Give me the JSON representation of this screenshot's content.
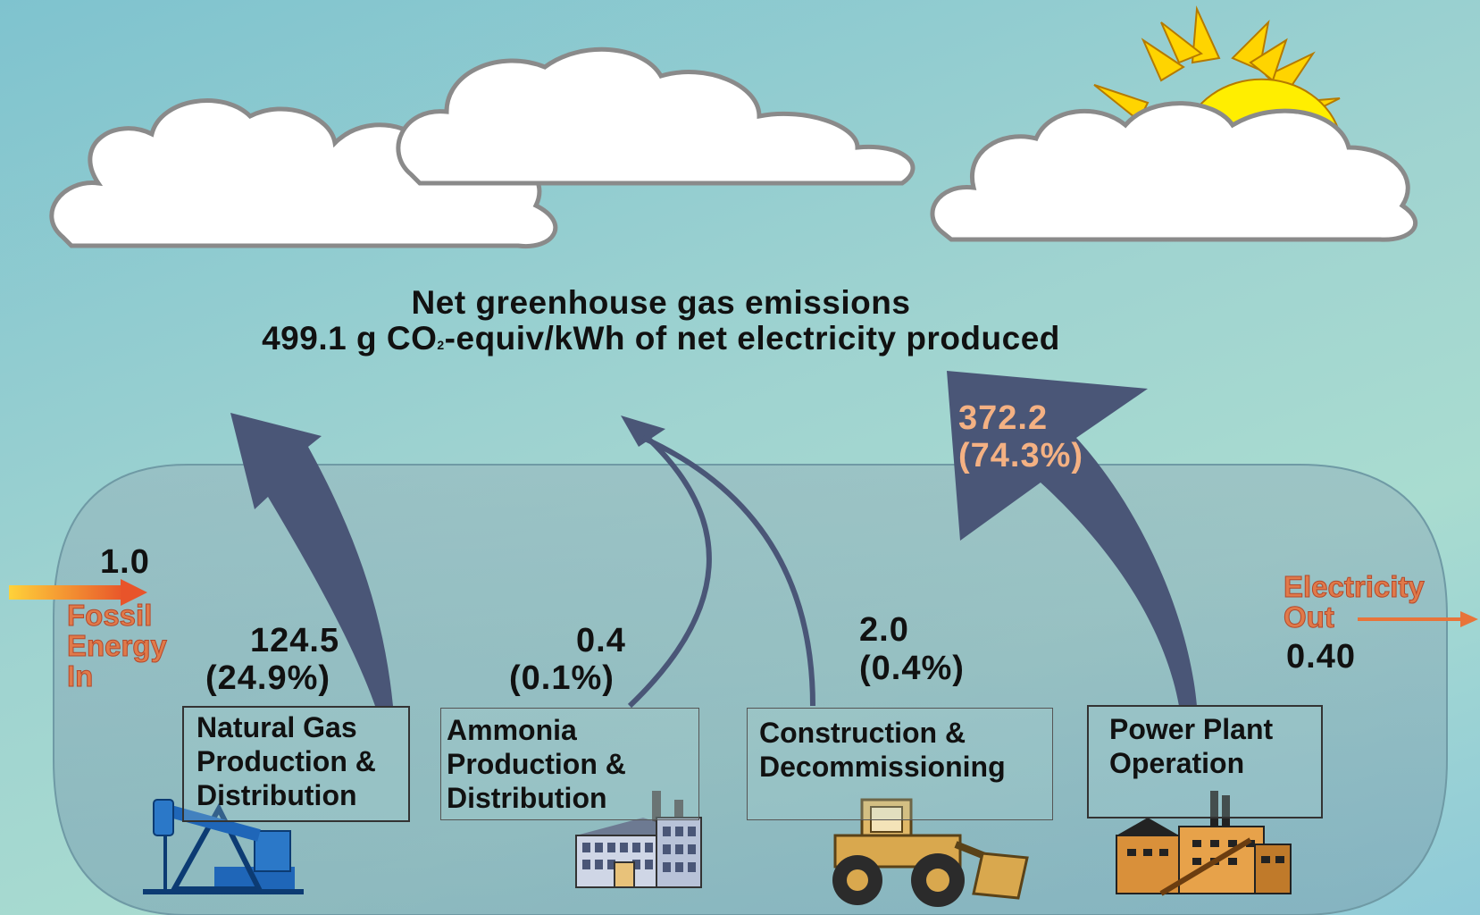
{
  "title": {
    "line1": "Net greenhouse gas emissions",
    "line2_pre": "499.1 g CO",
    "line2_sub": "2",
    "line2_post": "-equiv/kWh of net electricity produced"
  },
  "inputs": {
    "fossil_value": "1.0",
    "fossil_label": [
      "Fossil",
      "Energy",
      "In"
    ]
  },
  "outputs": {
    "electricity_label": [
      "Electricity",
      "Out"
    ],
    "electricity_value": "0.40"
  },
  "stages": [
    {
      "name": [
        "Natural Gas",
        "Production &",
        "Distribution"
      ],
      "value": "124.5",
      "percent": "(24.9%)",
      "icon": "oil-pump-icon"
    },
    {
      "name": [
        "Ammonia",
        "Production &",
        "Distribution"
      ],
      "value": "0.4",
      "percent": "(0.1%)",
      "icon": "factory-icon"
    },
    {
      "name": [
        "Construction &",
        "Decommissioning"
      ],
      "value": "2.0",
      "percent": "(0.4%)",
      "icon": "wheel-loader-icon"
    },
    {
      "name": [
        "Power Plant",
        "Operation"
      ],
      "value": "372.2",
      "percent": "(74.3%)",
      "icon": "power-plant-icon"
    }
  ],
  "colors": {
    "arrow": "#4a5677",
    "boundary": "#8fb8c0",
    "cloud_fill": "#ffffff",
    "cloud_stroke": "#8a8a8a",
    "sun": "#ffee00",
    "accent_text": "#e07a4a",
    "highlight_value": "#f4b183"
  }
}
